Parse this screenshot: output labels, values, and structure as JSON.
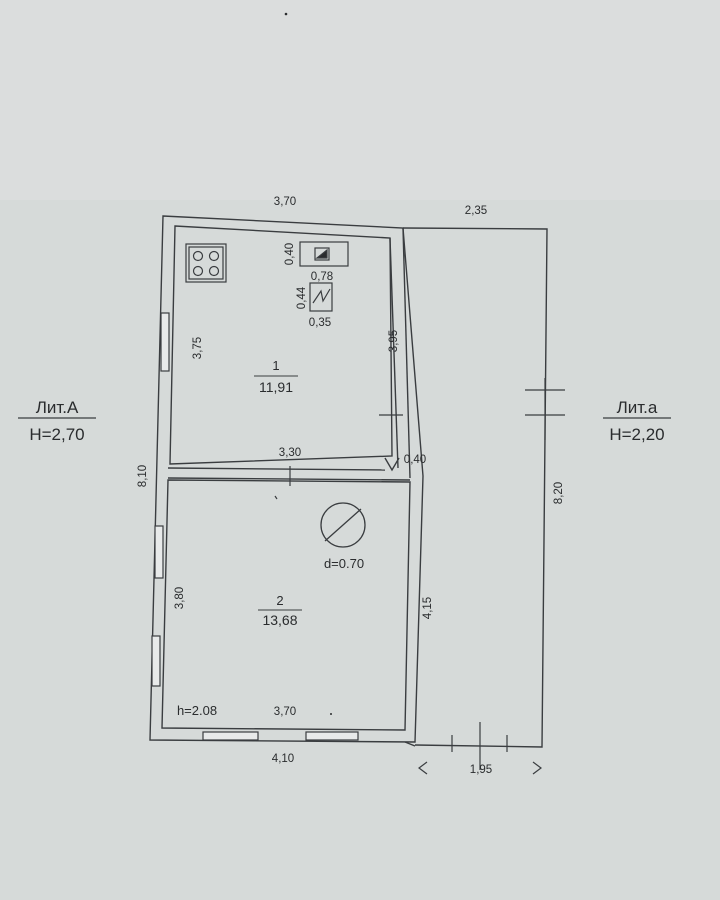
{
  "plan": {
    "lit_main": "Лит.А",
    "height_main": "H=2,70",
    "lit_annex": "Лит.а",
    "height_annex": "H=2,20",
    "rooms": [
      {
        "number": "1",
        "area": "11,91"
      },
      {
        "number": "2",
        "area": "13,68"
      }
    ],
    "dimensions": {
      "top_main": "3,70",
      "top_annex": "2,35",
      "room1_left": "3,75",
      "room1_right": "3,95",
      "partition": "3,30",
      "partition_offset": "0,40",
      "total_left": "8,10",
      "annex_right": "8,20",
      "room2_left": "3,80",
      "room2_right": "4,15",
      "room2_bottom_inner": "3,70",
      "bottom_total": "4,10",
      "annex_bottom": "1,95",
      "sink_w": "0,78",
      "sink_d": "0,40",
      "fixture_w": "0,35",
      "fixture_d": "0,44"
    },
    "ceiling_height": "h=2.08",
    "stove_diameter": "d=0.70"
  },
  "colors": {
    "paper": "#d6dad9",
    "line": "#3a3d40",
    "text": "#2a2c2e"
  }
}
